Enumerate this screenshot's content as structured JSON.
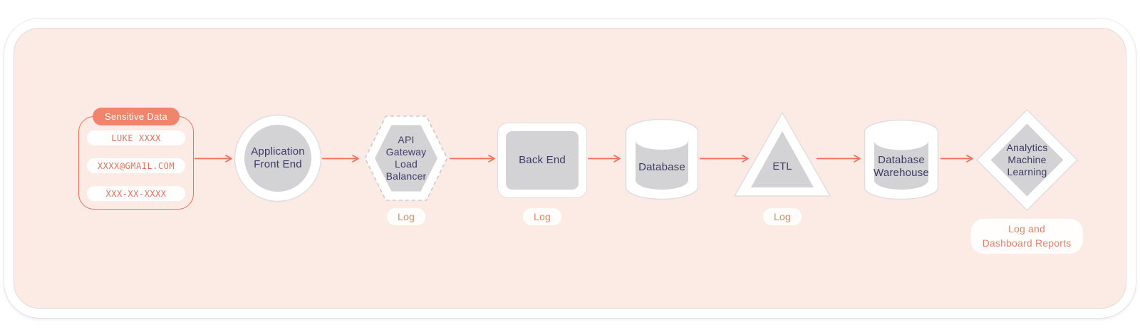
{
  "colors": {
    "accent": "#ec7158",
    "panel_background": "#fcebe4",
    "shape_fill": "#d3d2d5",
    "shape_outline": "#e0dee0",
    "label_text": "#3d3b66",
    "sensitive_pill_background": "#f0846c"
  },
  "sensitive_box": {
    "title": "Sensitive Data",
    "items": [
      "LUKE XXXX",
      "XXXX@GMAIL.COM",
      "XXX-XX-XXXX"
    ]
  },
  "nodes": [
    {
      "id": "application-front-end",
      "shape": "circle",
      "label": "Application Front End"
    },
    {
      "id": "api-gateway-load-balancer",
      "shape": "hexagon",
      "label": "API Gateway Load Balancer",
      "badge": "Log"
    },
    {
      "id": "back-end",
      "shape": "rounded-square",
      "label": "Back End",
      "badge": "Log"
    },
    {
      "id": "database",
      "shape": "cylinder",
      "label": "Database"
    },
    {
      "id": "etl",
      "shape": "triangle",
      "label": "ETL",
      "badge": "Log"
    },
    {
      "id": "database-warehouse",
      "shape": "cylinder",
      "label": "Database Warehouse"
    },
    {
      "id": "analytics-machine-learning",
      "shape": "diamond",
      "label": "Analytics Machine Learning",
      "badge_line1": "Log and",
      "badge_line2": "Dashboard Reports"
    }
  ]
}
